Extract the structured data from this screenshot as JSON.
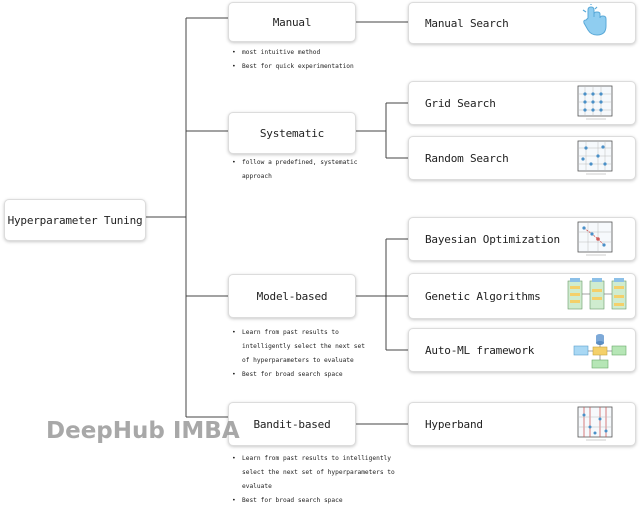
{
  "root": "Hyperparameter Tuning",
  "categories": [
    {
      "label": "Manual",
      "notes": [
        "most intuitive method",
        "Best for quick experimentation"
      ]
    },
    {
      "label": "Systematic",
      "notes": [
        "follow a predefined, systematic approach"
      ]
    },
    {
      "label": "Model-based",
      "notes": [
        "Learn from past results to intelligently select the next set of hyperparameters to evaluate",
        "Best for broad search space"
      ]
    },
    {
      "label": "Bandit-based",
      "notes": [
        "Learn from past results to intelligently select the next set of hyperparameters to evaluate",
        "Best for broad search space"
      ]
    }
  ],
  "methods": [
    {
      "label": "Manual Search",
      "icon": "hand-tap-icon"
    },
    {
      "label": "Grid Search",
      "icon": "grid-search-plot-icon"
    },
    {
      "label": "Random Search",
      "icon": "random-search-plot-icon"
    },
    {
      "label": "Bayesian Optimization",
      "icon": "bayesian-plot-icon"
    },
    {
      "label": "Genetic Algorithms",
      "icon": "genetic-algorithm-icon"
    },
    {
      "label": "Auto-ML framework",
      "icon": "automl-flow-icon"
    },
    {
      "label": "Hyperband",
      "icon": "hyperband-plot-icon"
    }
  ],
  "watermark": "DeepHub IMBA",
  "colors": {
    "line": "#444444",
    "box_border": "#dcdcdc",
    "icon_blue": "#7ec4ea",
    "grid_dot": "#4a90c8",
    "watermark": "#9a9a9a"
  }
}
